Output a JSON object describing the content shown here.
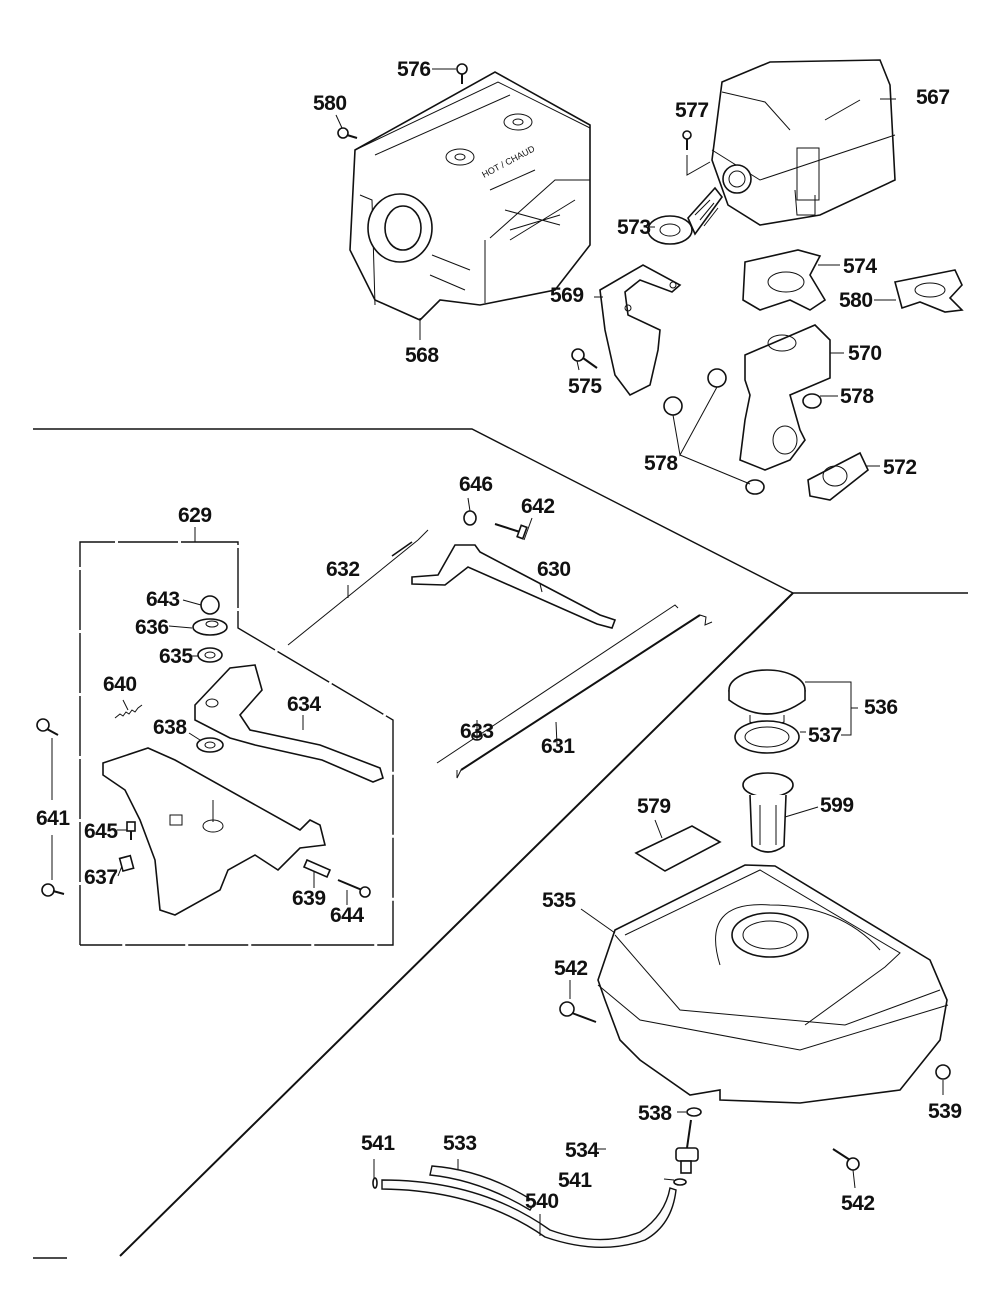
{
  "diagram": {
    "type": "exploded-parts-diagram",
    "subject": "Engine muffler, governor linkage and fuel tank assembly",
    "cover_text": "HOT / CHAUD",
    "groups": [
      {
        "name": "muffler",
        "parts": [
          "567",
          "568",
          "569",
          "570",
          "572",
          "573",
          "574",
          "575",
          "576",
          "577",
          "578",
          "580"
        ]
      },
      {
        "name": "governor",
        "parts": [
          "629",
          "630",
          "631",
          "632",
          "633",
          "634",
          "635",
          "636",
          "637",
          "638",
          "639",
          "640",
          "641",
          "642",
          "643",
          "644",
          "645",
          "646"
        ]
      },
      {
        "name": "fuel-tank",
        "parts": [
          "533",
          "534",
          "535",
          "536",
          "537",
          "538",
          "539",
          "540",
          "541",
          "542",
          "579",
          "599"
        ]
      }
    ],
    "callouts": {
      "p576": "576",
      "p580a": "580",
      "p568": "568",
      "p567": "567",
      "p577": "577",
      "p573": "573",
      "p569": "569",
      "p574": "574",
      "p580b": "580",
      "p570": "570",
      "p575": "575",
      "p578a": "578",
      "p578b": "578",
      "p572": "572",
      "p629": "629",
      "p646": "646",
      "p642": "642",
      "p632": "632",
      "p630": "630",
      "p643": "643",
      "p636": "636",
      "p635": "635",
      "p640": "640",
      "p634": "634",
      "p638": "638",
      "p633": "633",
      "p631": "631",
      "p641": "641",
      "p645": "645",
      "p637": "637",
      "p639": "639",
      "p644": "644",
      "p536": "536",
      "p537": "537",
      "p599": "599",
      "p579": "579",
      "p535": "535",
      "p542a": "542",
      "p539": "539",
      "p538": "538",
      "p534": "534",
      "p541a": "541",
      "p533": "533",
      "p541b": "541",
      "p540": "540",
      "p542b": "542"
    }
  }
}
